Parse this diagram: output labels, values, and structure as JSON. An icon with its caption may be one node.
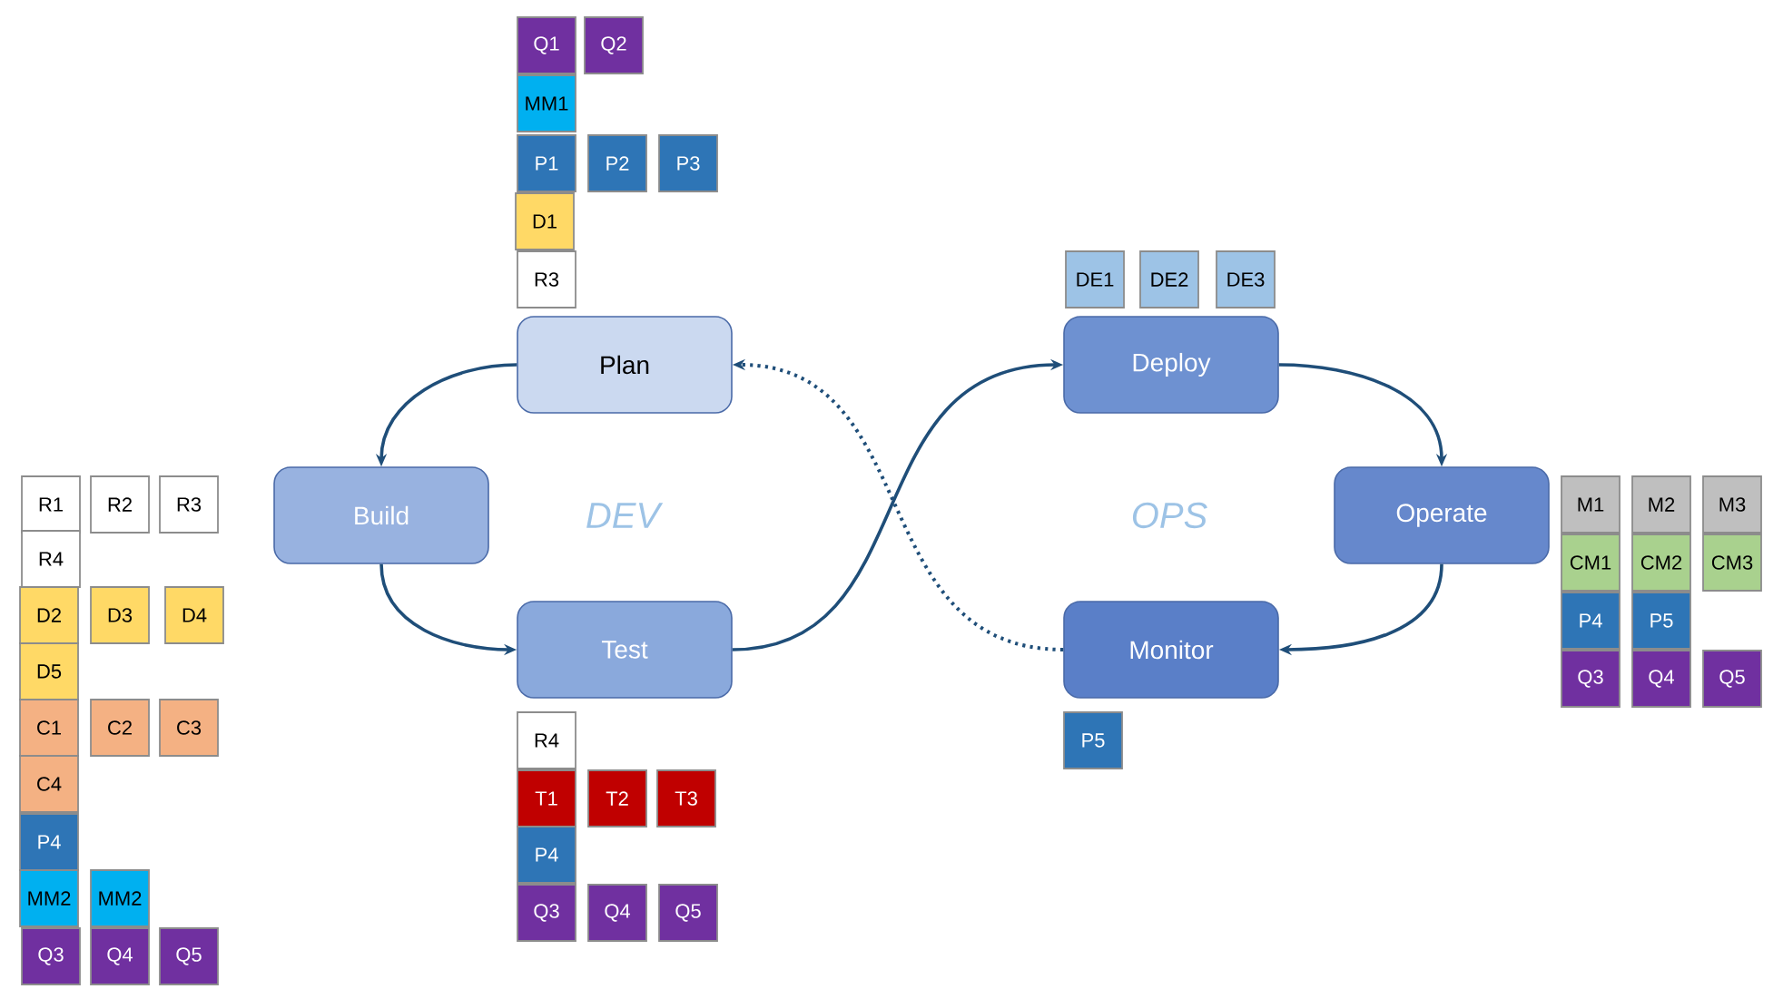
{
  "diagram": {
    "nodes": [
      {
        "text": [
          "Plan"
        ]
      },
      {
        "text": [
          "Build"
        ]
      },
      {
        "text": [
          "Test"
        ]
      },
      {
        "text": [
          "Deploy"
        ]
      },
      {
        "text": [
          "Operate"
        ]
      },
      {
        "text": [
          "Monitor"
        ]
      },
      {
        "text": [
          "Q1"
        ]
      },
      {
        "text": [
          "Q2"
        ]
      },
      {
        "text": [
          "MM1"
        ]
      },
      {
        "text": [
          "P1"
        ]
      },
      {
        "text": [
          "P2"
        ]
      },
      {
        "text": [
          "P3"
        ]
      },
      {
        "text": [
          "D1"
        ]
      },
      {
        "text": [
          "R3"
        ]
      },
      {
        "text": [
          "DE1"
        ]
      },
      {
        "text": [
          "DE2"
        ]
      },
      {
        "text": [
          "DE3"
        ]
      },
      {
        "text": [
          "R1"
        ]
      },
      {
        "text": [
          "R2"
        ]
      },
      {
        "text": [
          "R3"
        ]
      },
      {
        "text": [
          "R4"
        ]
      },
      {
        "text": [
          "D2"
        ]
      },
      {
        "text": [
          "D3"
        ]
      },
      {
        "text": [
          "D4"
        ]
      },
      {
        "text": [
          "D5"
        ]
      },
      {
        "text": [
          "C1"
        ]
      },
      {
        "text": [
          "C2"
        ]
      },
      {
        "text": [
          "C3"
        ]
      },
      {
        "text": [
          "C4"
        ]
      },
      {
        "text": [
          "P4"
        ]
      },
      {
        "text": [
          "MM2"
        ]
      },
      {
        "text": [
          "MM2"
        ]
      },
      {
        "text": [
          "Q3"
        ]
      },
      {
        "text": [
          "Q4"
        ]
      },
      {
        "text": [
          "Q5"
        ]
      },
      {
        "text": [
          "M1"
        ]
      },
      {
        "text": [
          "M2"
        ]
      },
      {
        "text": [
          "M3"
        ]
      },
      {
        "text": [
          "CM1"
        ]
      },
      {
        "text": [
          "CM2"
        ]
      },
      {
        "text": [
          "CM3"
        ]
      },
      {
        "text": [
          "P4"
        ]
      },
      {
        "text": [
          "P5"
        ]
      },
      {
        "text": [
          "Q3"
        ]
      },
      {
        "text": [
          "Q4"
        ]
      },
      {
        "text": [
          "Q5"
        ]
      },
      {
        "text": [
          "R4"
        ]
      },
      {
        "text": [
          "T1"
        ]
      },
      {
        "text": [
          "T2"
        ]
      },
      {
        "text": [
          "T3"
        ]
      },
      {
        "text": [
          "P4"
        ]
      },
      {
        "text": [
          "Q3"
        ]
      },
      {
        "text": [
          "Q4"
        ]
      },
      {
        "text": [
          "Q5"
        ]
      },
      {
        "text": [
          "P5"
        ]
      }
    ],
    "edges": [
      {
        "from": 0,
        "to": 1,
        "arrow": "to"
      },
      {
        "from": 1,
        "to": 2,
        "arrow": "to"
      },
      {
        "from": 2,
        "to": 3,
        "arrow": "to"
      },
      {
        "from": 3,
        "to": 4,
        "arrow": "to"
      },
      {
        "from": 4,
        "to": 5,
        "arrow": "to"
      },
      {
        "from": 5,
        "to": 0,
        "arrow": "to",
        "style": "dashed"
      }
    ],
    "labels": [
      "DEV",
      "OPS"
    ]
  }
}
